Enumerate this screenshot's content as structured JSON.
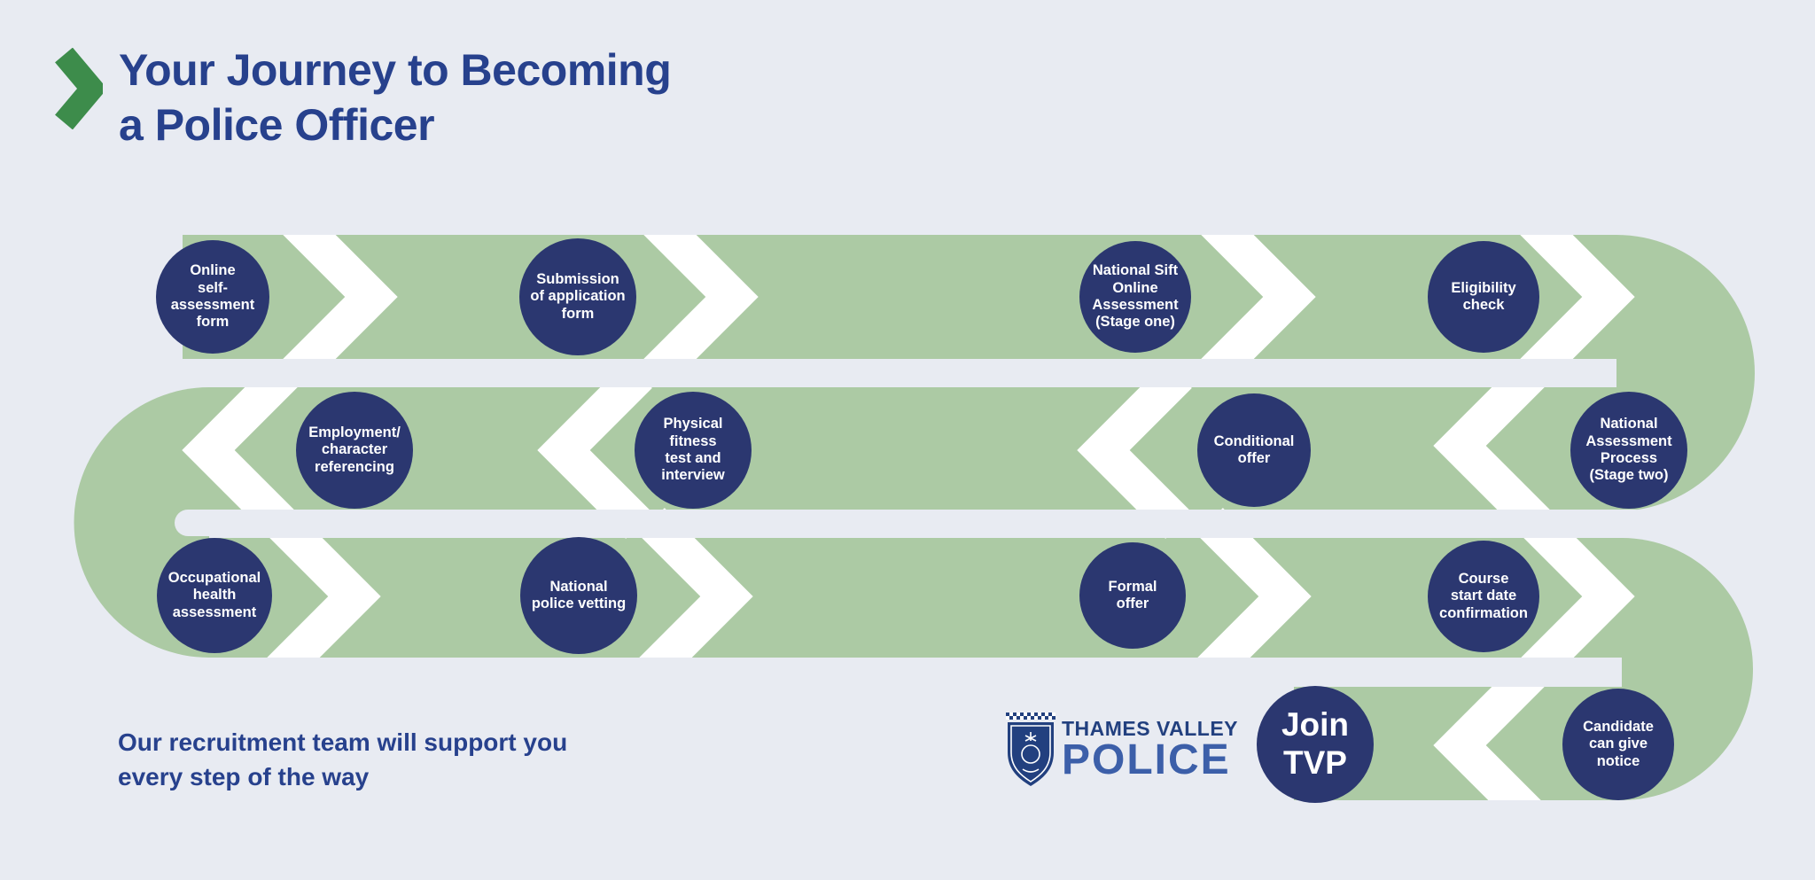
{
  "title": {
    "text": "Your Journey to Becoming\na Police Officer"
  },
  "steps": [
    {
      "label": "Online\nself-assessment\nform"
    },
    {
      "label": "Submission\nof application\nform"
    },
    {
      "label": "National Sift\nOnline\nAssessment\n(Stage one)"
    },
    {
      "label": "Eligibility\ncheck"
    },
    {
      "label": "Employment/\ncharacter\nreferencing"
    },
    {
      "label": "Physical\nfitness\ntest and\ninterview"
    },
    {
      "label": "Conditional\noffer"
    },
    {
      "label": "National\nAssessment\nProcess\n(Stage two)"
    },
    {
      "label": "Occupational\nhealth\nassessment"
    },
    {
      "label": "National\npolice vetting"
    },
    {
      "label": "Formal\noffer"
    },
    {
      "label": "Course\nstart date\nconfirmation"
    },
    {
      "label": "Candidate\ncan give\nnotice"
    }
  ],
  "join": {
    "label": "Join\nTVP"
  },
  "footer": {
    "support_text": "Our recruitment team will support you\nevery step of the way"
  },
  "logo": {
    "line1": "THAMES VALLEY",
    "line2": "POLICE"
  },
  "icons": {
    "title_chevron": "chevron-right",
    "crest": "tvp-crest-shield"
  },
  "colors": {
    "bg": "#e8ebf2",
    "green": "#accaa4",
    "navy": "#2b3770",
    "blue": "#27418d",
    "crest": "#22407f",
    "police": "#3c5fa9",
    "chev": "#3d8c4b",
    "white": "#ffffff"
  }
}
